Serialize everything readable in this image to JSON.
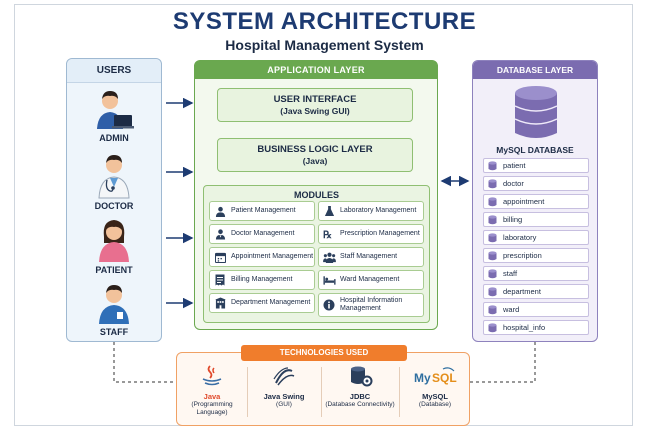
{
  "title": "SYSTEM ARCHITECTURE",
  "subtitle": "Hospital Management System",
  "users": {
    "header": "USERS",
    "items": [
      {
        "label": "ADMIN",
        "icon": "admin-laptop-icon"
      },
      {
        "label": "DOCTOR",
        "icon": "doctor-stethoscope-icon"
      },
      {
        "label": "PATIENT",
        "icon": "patient-icon"
      },
      {
        "label": "STAFF",
        "icon": "staff-icon"
      }
    ]
  },
  "application": {
    "header": "APPLICATION LAYER",
    "ui": {
      "title": "USER INTERFACE",
      "subtitle": "(Java Swing GUI)"
    },
    "logic": {
      "title": "BUSINESS LOGIC LAYER",
      "subtitle": "(Java)"
    },
    "modules": {
      "header": "MODULES",
      "items": [
        {
          "label": "Patient Management",
          "icon": "person-icon"
        },
        {
          "label": "Laboratory Management",
          "icon": "flask-icon"
        },
        {
          "label": "Doctor Management",
          "icon": "doctor-icon"
        },
        {
          "label": "Prescription Management",
          "icon": "rx-icon"
        },
        {
          "label": "Appointment Management",
          "icon": "calendar-icon"
        },
        {
          "label": "Staff Management",
          "icon": "group-icon"
        },
        {
          "label": "Billing Management",
          "icon": "receipt-icon"
        },
        {
          "label": "Ward Management",
          "icon": "bed-icon"
        },
        {
          "label": "Department Management",
          "icon": "building-icon"
        },
        {
          "label": "Hospital Information Management",
          "icon": "info-icon"
        }
      ]
    }
  },
  "database": {
    "header": "DATABASE LAYER",
    "title": "MySQL DATABASE",
    "tables": [
      "patient",
      "doctor",
      "appointment",
      "billing",
      "laboratory",
      "prescription",
      "staff",
      "department",
      "ward",
      "hospital_info"
    ]
  },
  "technologies": {
    "header": "TECHNOLOGIES USED",
    "items": [
      {
        "name": "Java",
        "caption": "(Programming Language)",
        "icon": "java-icon"
      },
      {
        "name": "Java Swing",
        "caption": "(GUI)",
        "icon": "java-swing-icon"
      },
      {
        "name": "JDBC",
        "caption": "(Database Connectivity)",
        "icon": "jdbc-icon"
      },
      {
        "name": "MySQL",
        "caption": "(Database)",
        "icon": "mysql-icon"
      }
    ]
  },
  "colors": {
    "title": "#1d3b72",
    "app_green": "#6aa84f",
    "db_purple": "#7b6cb0",
    "tech_orange": "#f07d2c",
    "users_blue": "#9fb9d2"
  }
}
